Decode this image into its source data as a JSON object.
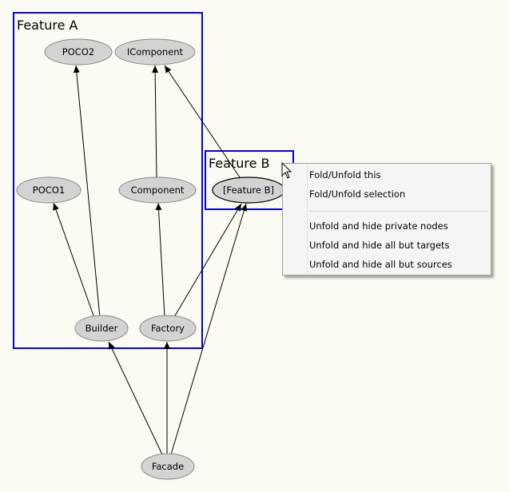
{
  "graph": {
    "clusters": [
      {
        "id": "feature-a",
        "label": "Feature A"
      },
      {
        "id": "feature-b",
        "label": "Feature B"
      }
    ],
    "nodes": {
      "poco2": "POCO2",
      "icomponent": "IComponent",
      "poco1": "POCO1",
      "component": "Component",
      "feature_b": "[Feature B]",
      "builder": "Builder",
      "factory": "Factory",
      "facade": "Facade"
    },
    "edges": [
      {
        "from": "Builder",
        "to": "POCO2"
      },
      {
        "from": "Builder",
        "to": "POCO1"
      },
      {
        "from": "Factory",
        "to": "Component"
      },
      {
        "from": "Factory",
        "to": "[Feature B]"
      },
      {
        "from": "Component",
        "to": "IComponent"
      },
      {
        "from": "[Feature B]",
        "to": "IComponent"
      },
      {
        "from": "Facade",
        "to": "Builder"
      },
      {
        "from": "Facade",
        "to": "Factory"
      },
      {
        "from": "Facade",
        "to": "[Feature B]"
      }
    ],
    "colors": {
      "cluster_border": "#0000ee",
      "node_fill": "#d3d3d3",
      "background": "#fbfbf3",
      "edge": "#000000"
    }
  },
  "context_menu": {
    "items": [
      {
        "label": "Fold/Unfold this"
      },
      {
        "label": "Fold/Unfold selection"
      },
      {
        "label": "Unfold and hide private nodes"
      },
      {
        "label": "Unfold and hide all but targets"
      },
      {
        "label": "Unfold and hide all but sources"
      }
    ]
  }
}
